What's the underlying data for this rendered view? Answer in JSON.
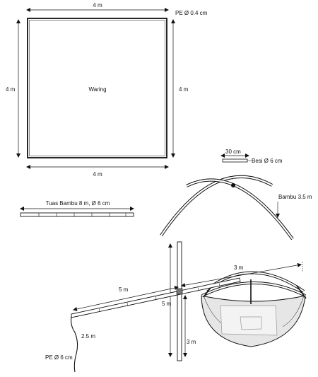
{
  "colors": {
    "ink": "#111111",
    "net_fill": "#e6e6e6",
    "net_shade": "#b9b9b9"
  },
  "net_panel": {
    "top_dim": "4 m",
    "material": "PE Ø 0.4 cm",
    "left_dim": "4 m",
    "center_label": "Waring",
    "right_dim": "4 m",
    "bottom_dim": "4 m"
  },
  "frame": {
    "connector_length": "30 cm",
    "connector_material": "Besi Ø 6 cm",
    "arm_label": "Bambu 3.5 m"
  },
  "lever": {
    "label": "Tuas Bambu 8 m, Ø 6 cm"
  },
  "assembly": {
    "arm_to_net": "3 m",
    "lever_length": "5 m",
    "pole_height": "5 m",
    "pivot_height": "3 m",
    "rope_length": "2.5 m",
    "rope_material": "PE Ø 6 cm"
  }
}
